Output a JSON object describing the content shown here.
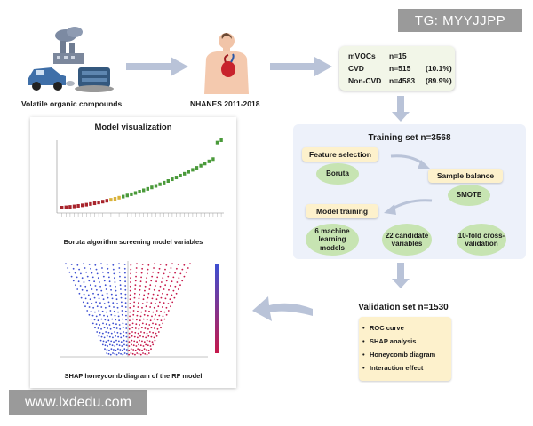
{
  "watermarks": {
    "top_right": "TG: MYYJJPP",
    "bottom_left": "www.lxdedu.com"
  },
  "icons": [
    "factory-icon",
    "car-icon",
    "tanks-icon",
    "human-body-icon",
    "arrow-right-icon",
    "arrow-down-icon",
    "curved-arrow-icon"
  ],
  "colors": {
    "arrow": "#b9c3d8",
    "training_bg": "#edf1fa",
    "pill_yellow": "#fdf1cc",
    "oval_green": "#c7e4b2",
    "info_green": "#f2f6e8",
    "validation_bg": "#ffffff",
    "boruta_green": "#4a9a3a",
    "boruta_red": "#a8242c",
    "shap_high": "#c6194b",
    "shap_low": "#3d4fd1"
  },
  "sources": {
    "label": "Volatile organic compounds"
  },
  "nhanes": {
    "label": "NHANES  2011-2018"
  },
  "info": {
    "rows": [
      {
        "name": "mVOCs",
        "n": "n=15",
        "pct": ""
      },
      {
        "name": "CVD",
        "n": "n=515",
        "pct": "(10.1%)"
      },
      {
        "name": "Non-CVD",
        "n": "n=4583",
        "pct": "(89.9%)"
      }
    ]
  },
  "training": {
    "title": "Training set n=3568",
    "feature_selection": "Feature selection",
    "boruta": "Boruta",
    "sample_balance": "Sample balance",
    "smote": "SMOTE",
    "model_training": "Model training",
    "oval1": "6 machine learning models",
    "oval2": "22 candidate variables",
    "oval3": "10-fold cross-validation"
  },
  "validation": {
    "title": "Validation set n=1530",
    "items": [
      "ROC curve",
      "SHAP analysis",
      "Honeycomb diagram",
      "Interaction effect"
    ]
  },
  "model_viz": {
    "title": "Model visualization",
    "boruta_caption": "Boruta algorithm screening model variables",
    "shap_caption": "SHAP honeycomb diagram of the RF model"
  }
}
